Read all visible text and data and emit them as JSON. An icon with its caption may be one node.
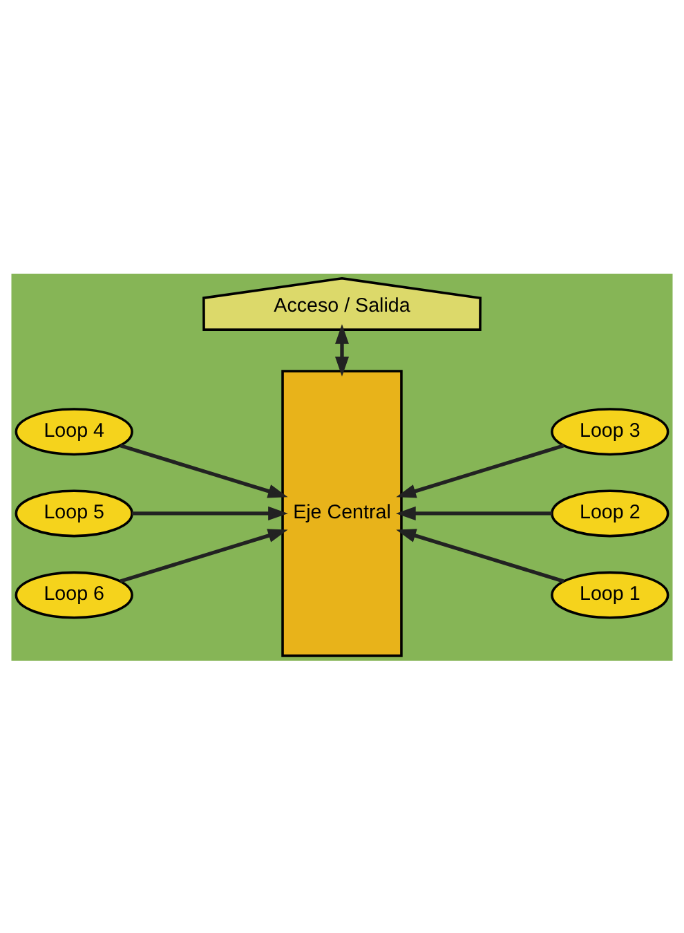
{
  "diagram": {
    "nodes": [
      {
        "text": [
          "Loop 4"
        ]
      },
      {
        "text": [
          "Loop 3"
        ]
      },
      {
        "text": [
          "Eje Central"
        ]
      },
      {
        "text": [
          "Loop 5"
        ]
      },
      {
        "text": [
          "Loop 2"
        ]
      },
      {
        "text": [
          "Loop 6"
        ]
      },
      {
        "text": [
          "Loop 1"
        ]
      },
      {
        "text": [
          "Acceso / Salida"
        ]
      }
    ],
    "edges": [
      {
        "from": 0,
        "to": 2,
        "arrow": "to"
      },
      {
        "from": 1,
        "to": 2,
        "arrow": "to"
      },
      {
        "from": 3,
        "to": 2,
        "arrow": "to"
      },
      {
        "from": 4,
        "to": 2,
        "arrow": "to"
      },
      {
        "from": 5,
        "to": 2,
        "arrow": "to"
      },
      {
        "from": 6,
        "to": 2,
        "arrow": "to"
      },
      {
        "from": 7,
        "to": 2,
        "arrow": "both"
      }
    ]
  }
}
